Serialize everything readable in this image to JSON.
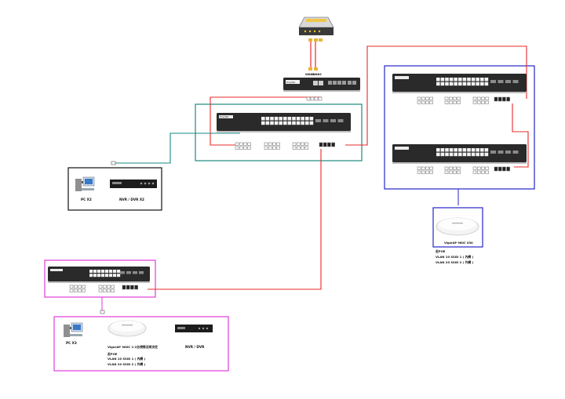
{
  "wan_labels": [
    "WAN1",
    "WAN2"
  ],
  "core_switch_brand": "DrayTek",
  "router_brand": "DrayTek",
  "groups": {
    "top_right": {
      "ap_name": "VigorAP 960C  X30",
      "lines": [
        "走POE",
        "VLAN 10  SSID 1 ( 內網 )",
        "VLAN 20  SSID 2 ( 外網 )"
      ]
    },
    "left_box": {
      "pc_label": "PC X2",
      "nvr_label": "NVR / DVR  X2"
    },
    "bottom": {
      "pc_label": "PC X3",
      "ap_name": "VigorAP 960C  1-2台視情況來決定",
      "nvr_label": "NVR / DVR",
      "lines": [
        "走POE",
        "VLAN 10  SSID 1 ( 內網 )",
        "VLAN 20  SSID 2 ( 外網 )"
      ]
    }
  },
  "colors": {
    "red_link": "#e8282a",
    "teal_box": "#1a8a80",
    "blue_box": "#2626c8",
    "magenta_box": "#e03cd8",
    "device_dark": "#2a2a2a"
  }
}
